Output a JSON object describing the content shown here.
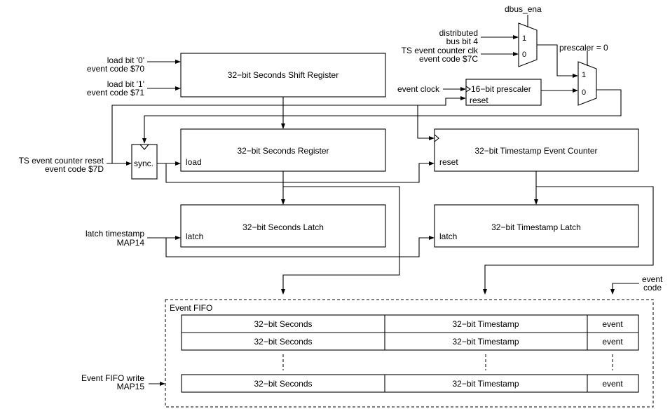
{
  "inputs": {
    "dbus_ena": "dbus_ena",
    "distributed_l1": "distributed",
    "distributed_l2": "bus bit 4",
    "ts_clk_l1": "TS event counter clk",
    "ts_clk_l2": "event code $7C",
    "prescaler_eq": "prescaler = 0",
    "load0_l1": "load bit '0'",
    "load0_l2": "event code $70",
    "load1_l1": "load bit '1'",
    "load1_l2": "event code $71",
    "event_clock": "event clock",
    "ts_reset_l1": "TS event counter reset",
    "ts_reset_l2": "event code $7D",
    "latch_ts_l1": "latch timestamp",
    "latch_ts_l2": "MAP14",
    "fifo_write_l1": "Event FIFO write",
    "fifo_write_l2": "MAP15",
    "event_code_l1": "event",
    "event_code_l2": "code"
  },
  "mux1": {
    "in1": "1",
    "in0": "0"
  },
  "mux2": {
    "in1": "1",
    "in0": "0"
  },
  "blocks": {
    "shift_register": "32−bit Seconds Shift Register",
    "prescaler": "16−bit prescaler",
    "prescaler_reset": "reset",
    "sync": "sync.",
    "seconds_register": "32−bit Seconds Register",
    "seconds_register_load": "load",
    "timestamp_counter": "32−bit Timestamp Event Counter",
    "timestamp_counter_reset": "reset",
    "seconds_latch": "32−bit Seconds Latch",
    "seconds_latch_port": "latch",
    "timestamp_latch": "32−bit Timestamp Latch",
    "timestamp_latch_port": "latch"
  },
  "fifo": {
    "title": "Event FIFO",
    "rows": [
      {
        "seconds": "32−bit Seconds",
        "timestamp": "32−bit Timestamp",
        "event": "event"
      },
      {
        "seconds": "32−bit Seconds",
        "timestamp": "32−bit Timestamp",
        "event": "event"
      },
      {
        "seconds": "32−bit Seconds",
        "timestamp": "32−bit Timestamp",
        "event": "event"
      }
    ]
  }
}
